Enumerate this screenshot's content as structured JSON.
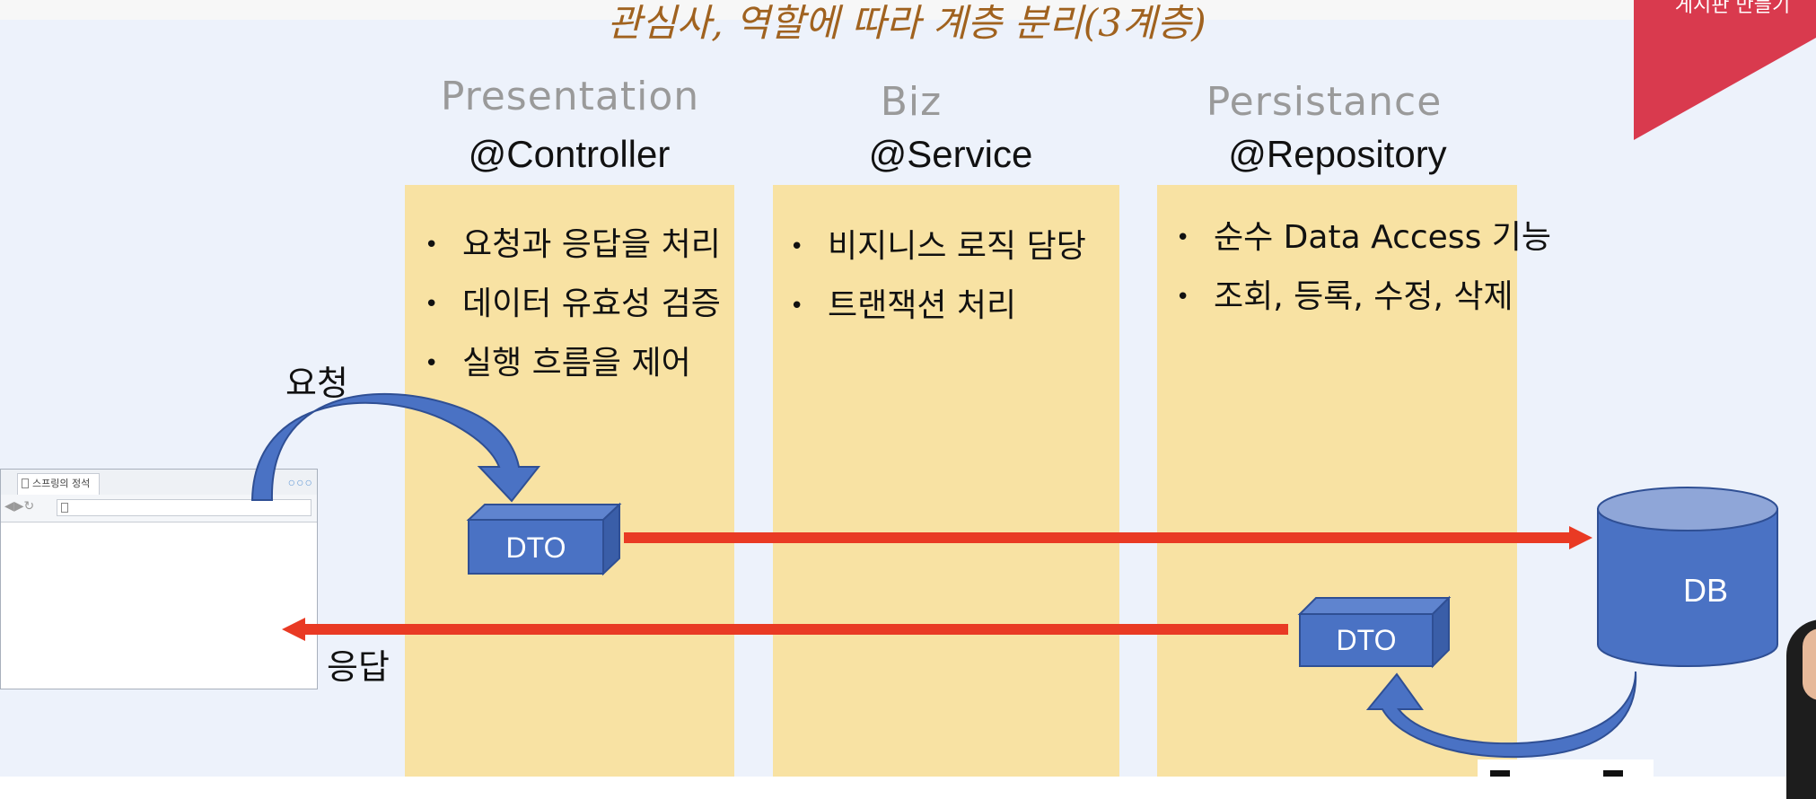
{
  "title": "관심사, 역할에 따라 계층 분리(3계층)",
  "ribbon_label": "게시판 만들기",
  "layers": [
    {
      "hand_label": "Presentation",
      "annotation": "@Controller",
      "bullets": [
        "요청과 응답을 처리",
        "데이터 유효성 검증",
        "실행 흐름을 제어"
      ]
    },
    {
      "hand_label": "Biz",
      "annotation": "@Service",
      "bullets": [
        "비지니스 로직 담당",
        "트랜잭션 처리"
      ]
    },
    {
      "hand_label": "Persistance",
      "annotation": "@Repository",
      "bullets": [
        "순수 Data Access 기능",
        "조회, 등록, 수정, 삭제"
      ]
    }
  ],
  "flow": {
    "request_label": "요청",
    "response_label": "응답",
    "dto_label": "DTO",
    "db_label": "DB"
  },
  "browser": {
    "tab_label": "스프링의 정석"
  },
  "colors": {
    "column_fill": "#f8e2a3",
    "box_blue": "#4a72c4",
    "arrow_red": "#e93a24",
    "ribbon_red": "#d93a4e",
    "title_brown": "#a0621f"
  }
}
